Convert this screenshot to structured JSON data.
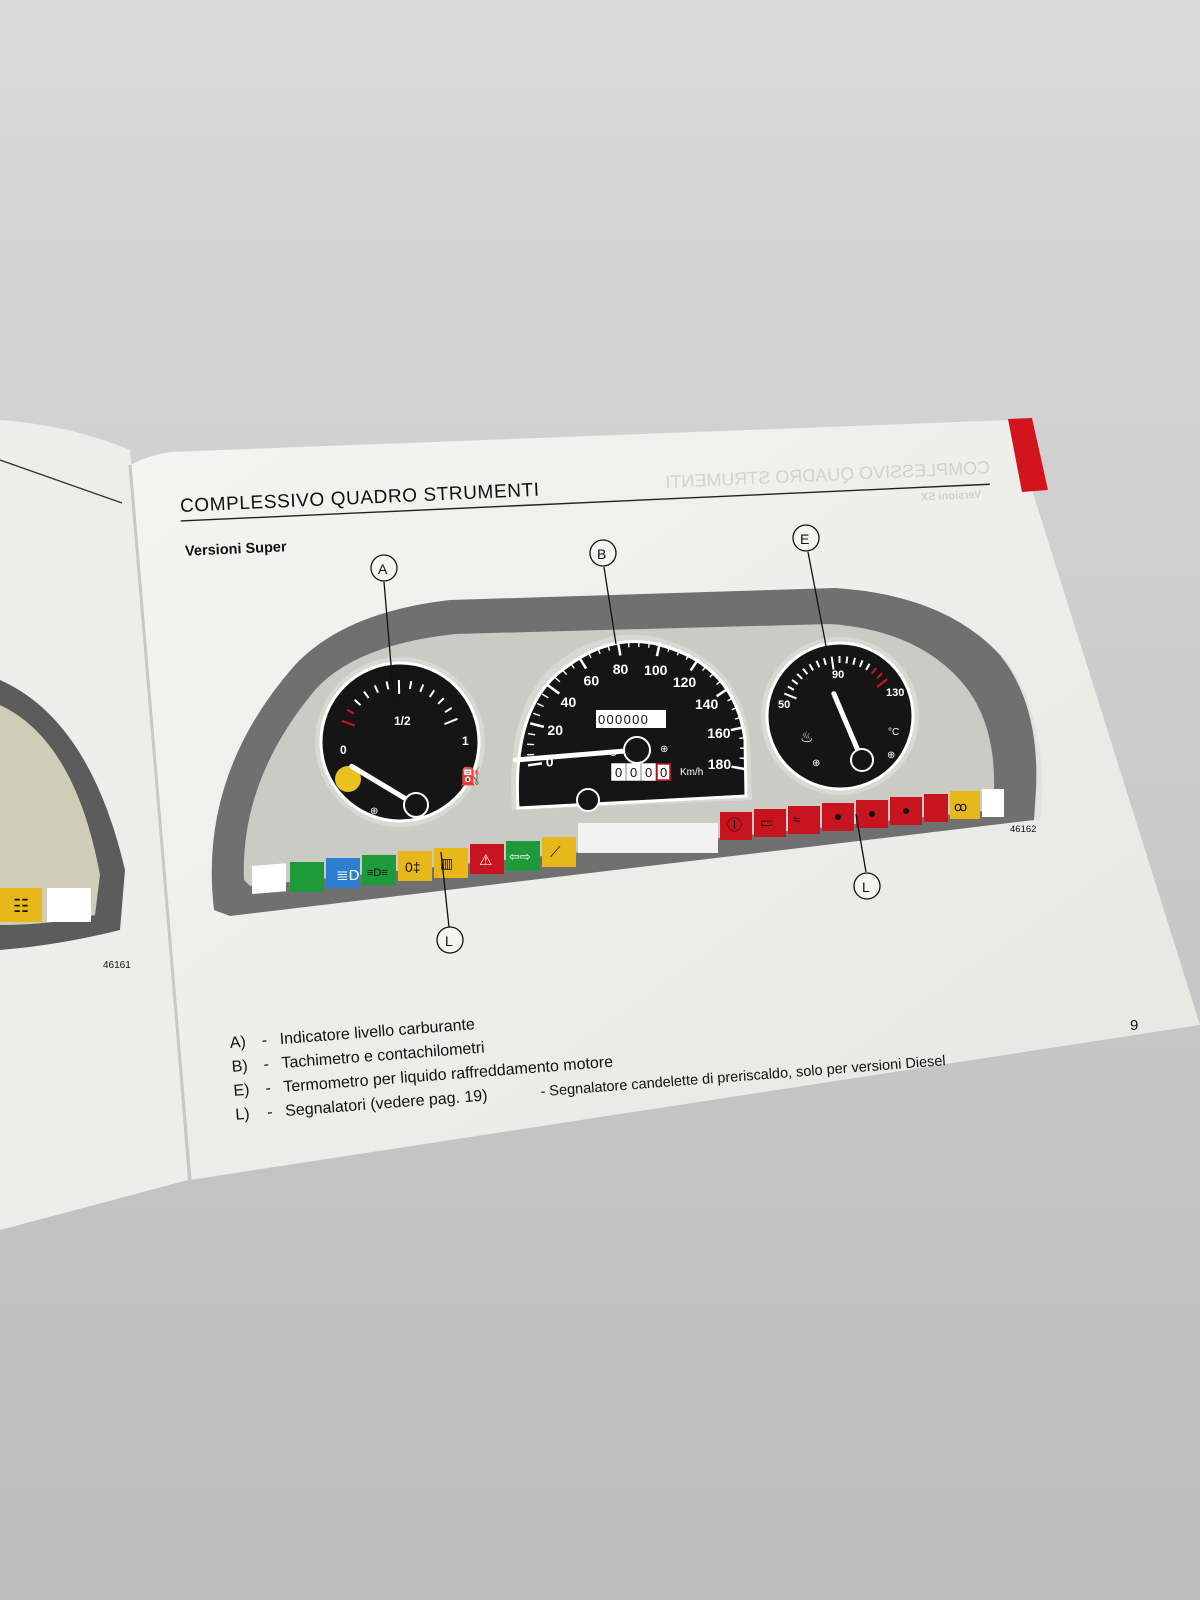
{
  "page": {
    "title": "COMPLESSIVO QUADRO STRUMENTI",
    "mirrored_title": "COMPLESSIVO QUADRO STRUMENTI",
    "mirrored_subtitle": "Versioni SX",
    "subtitle": "Versioni Super",
    "page_number": "9",
    "figure_code": "46162",
    "left_figure_code": "46161"
  },
  "callouts": {
    "a": "A",
    "b": "B",
    "e": "E",
    "l1": "L",
    "l2": "L"
  },
  "fuel_gauge": {
    "scale_0": "0",
    "scale_half": "1/2",
    "scale_1": "1",
    "reading": 0.08
  },
  "speedometer": {
    "ticks": [
      "0",
      "20",
      "40",
      "60",
      "80",
      "100",
      "120",
      "140",
      "160",
      "180"
    ],
    "unit": "Km/h",
    "odometer": "000000",
    "trip": [
      "0",
      "0",
      "0",
      "0"
    ],
    "reading_kmh": 3
  },
  "temp_gauge": {
    "scale_50": "50",
    "scale_90": "90",
    "scale_130": "130",
    "unit": "°C",
    "reading_c": 80
  },
  "legend": {
    "a": {
      "code": "A)",
      "dash": "-",
      "text": "Indicatore livello carburante"
    },
    "b": {
      "code": "B)",
      "dash": "-",
      "text": "Tachimetro e contachilometri"
    },
    "e": {
      "code": "E)",
      "dash": "-",
      "text": "Termometro per liquido raffreddamento motore"
    },
    "l": {
      "code": "L)",
      "dash": "-",
      "text": "Segnalatori  (vedere pag. 19)",
      "extra": "- Segnalatore candelette di preriscaldo, solo per versioni Diesel"
    }
  },
  "colors": {
    "red_tab": "#d4141c",
    "warning_green": "#1f9a3a",
    "warning_blue": "#2c7fd0",
    "warning_yellow": "#e8b81a",
    "warning_red": "#c8141e"
  }
}
